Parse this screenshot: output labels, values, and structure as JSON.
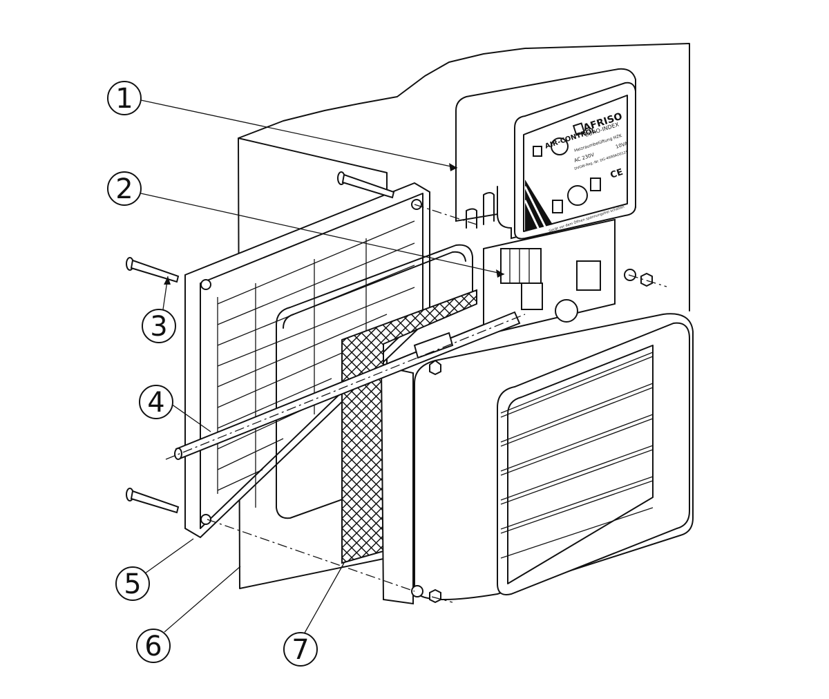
{
  "callouts": [
    {
      "id": "1",
      "text": "1"
    },
    {
      "id": "2",
      "text": "2"
    },
    {
      "id": "3",
      "text": "3"
    },
    {
      "id": "4",
      "text": "4"
    },
    {
      "id": "5",
      "text": "5"
    },
    {
      "id": "6",
      "text": "6"
    },
    {
      "id": "7",
      "text": "7"
    }
  ],
  "device_label": {
    "brand_line1": "AFRISO",
    "brand_line2": "EURO-INDEX",
    "product": "AIR-CONTROL",
    "description": "Heizraumbelüftung HZK",
    "voltage": "AC 230V",
    "power": "10VA",
    "reg": "DVGW-Reg.-Nr. DG-4690AO0125",
    "warning": "Gerät vor dem Öffnen spannungsfrei schalten",
    "ce": "CE"
  }
}
